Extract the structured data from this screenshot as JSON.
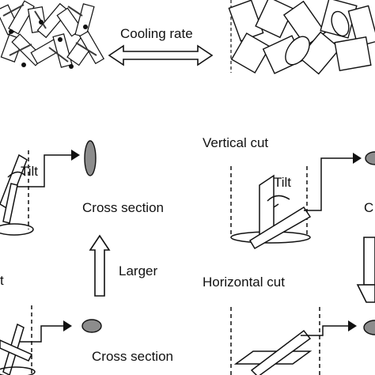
{
  "labels": {
    "cooling_rate": "Cooling rate",
    "vertical_cut": "Vertical cut",
    "horizontal_cut": "Horizontal cut",
    "tilt_left": "Tilt",
    "tilt_right": "Tilt",
    "cross_section_upper": "Cross section",
    "cross_section_lower": "Cross section",
    "larger": "Larger",
    "left_edge_fragment": "t",
    "right_edge_fragment": "C"
  },
  "colors": {
    "line": "#111111",
    "fill_gray": "#8c8c8c",
    "sample_texture": "#3a3a3a"
  }
}
